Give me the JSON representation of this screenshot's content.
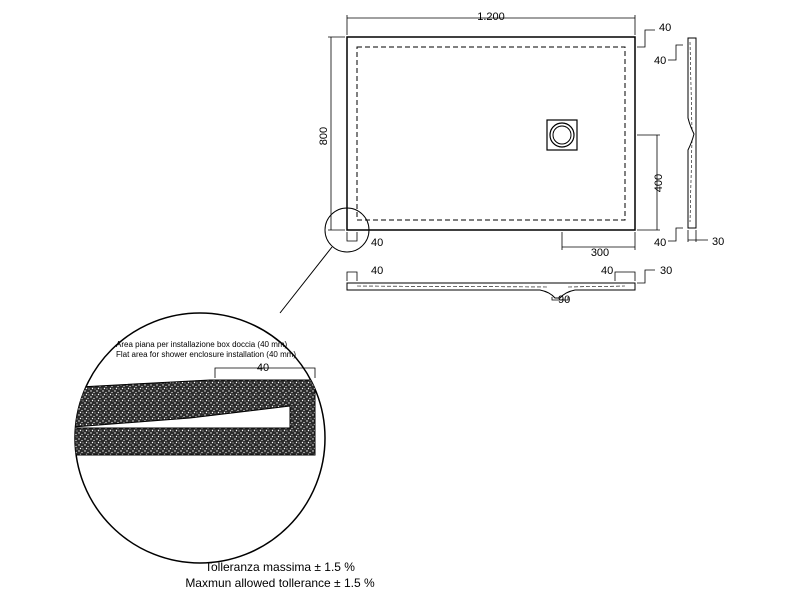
{
  "dimensions": {
    "width": "1.200",
    "height": "800",
    "border_top_right": "40",
    "border_right_top": "40",
    "drain_offset_y": "400",
    "drain_offset_x": "300",
    "border_bottom_left": "40",
    "border_bottom_right": "40",
    "side_thickness": "30",
    "section_left": "40",
    "section_right": "40",
    "section_thickness": "30",
    "drain_width": "90",
    "detail_flat": "40"
  },
  "detail": {
    "note_it": "Area piana per installazione box doccia (40 mm)",
    "note_en": "Flat area for shower enclosure installation (40 mm)"
  },
  "tolerance": {
    "it": "Tolleranza massima ± 1.5 %",
    "en": "Maxmun allowed tollerance ± 1.5 %"
  }
}
